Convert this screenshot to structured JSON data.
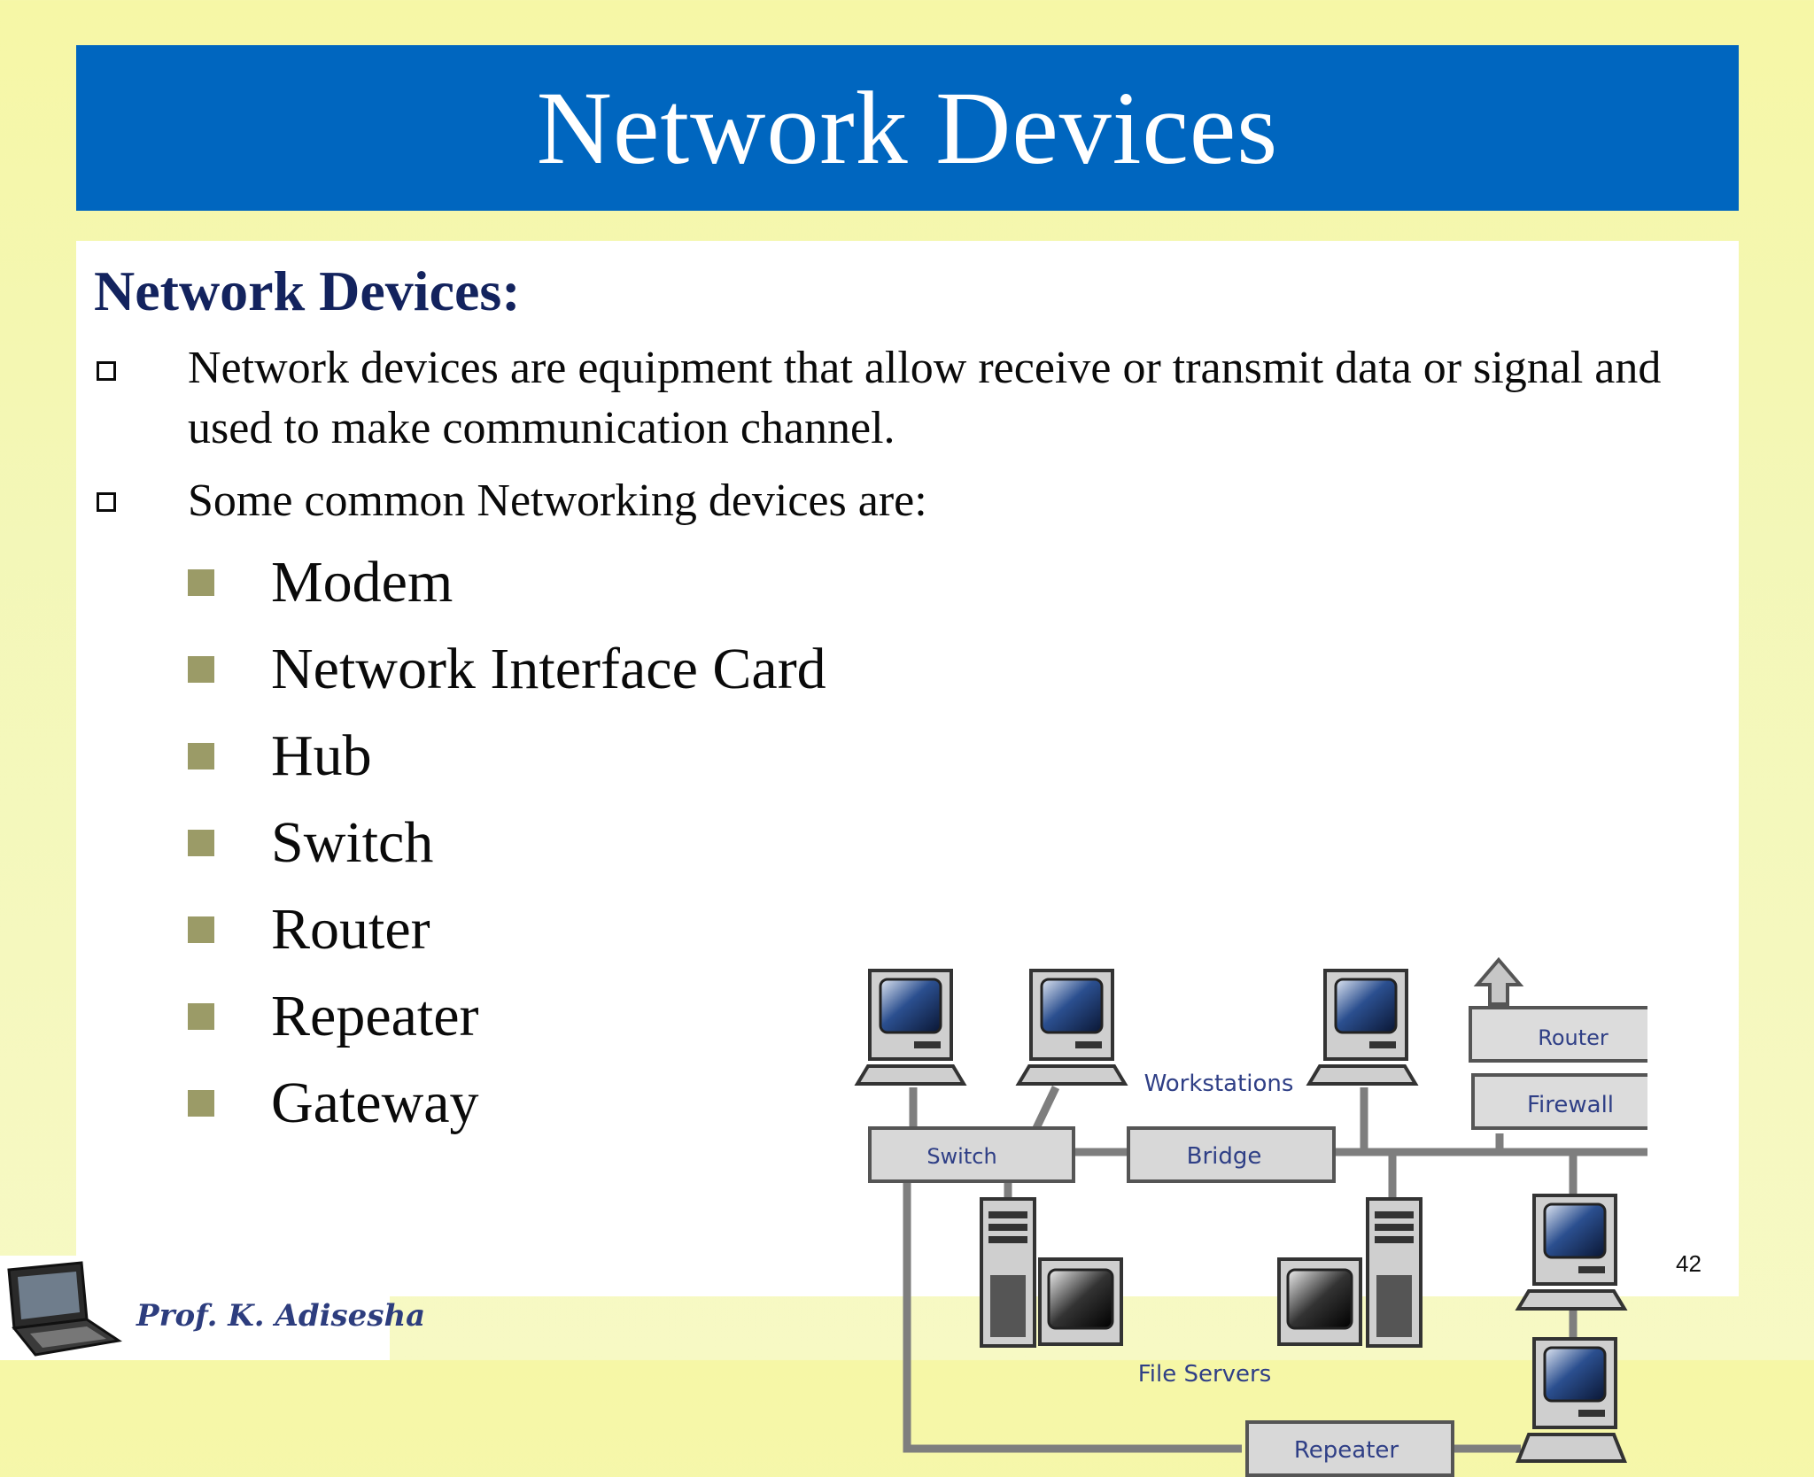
{
  "slide": {
    "title": "Network Devices",
    "heading": "Network Devices:",
    "paragraphs": [
      "Network devices are equipment that allow receive or transmit data or signal and used to make communication channel.",
      "Some common Networking devices are:"
    ],
    "devices": [
      "Modem",
      "Network Interface Card",
      "Hub",
      "Switch",
      "Router",
      "Repeater",
      "Gateway"
    ],
    "page_number": "42",
    "author": "Prof. K. Adisesha"
  },
  "diagram": {
    "labels": {
      "router": "Router",
      "firewall": "Firewall",
      "workstations": "Workstations",
      "switch": "Switch",
      "bridge": "Bridge",
      "file_servers": "File Servers",
      "repeater": "Repeater"
    }
  },
  "colors": {
    "title_bar": "#0066bf",
    "heading": "#13235e",
    "device_bullet": "#9b9b67",
    "background": "#f6f7a6"
  }
}
